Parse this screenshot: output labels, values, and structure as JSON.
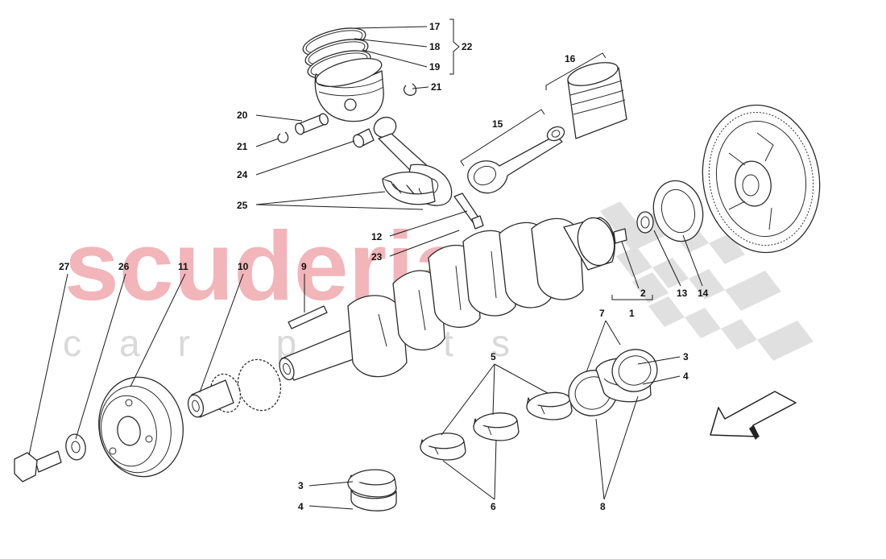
{
  "watermark": {
    "brand": "scuderia",
    "subtitle": "car parts",
    "brand_color": "#f2b5b9",
    "flag_color": "#d6d6d6"
  },
  "callouts": [
    {
      "id": "c17",
      "label": "17"
    },
    {
      "id": "c18",
      "label": "18"
    },
    {
      "id": "c19",
      "label": "19"
    },
    {
      "id": "c22",
      "label": "22"
    },
    {
      "id": "c21a",
      "label": "21"
    },
    {
      "id": "c20",
      "label": "20"
    },
    {
      "id": "c21b",
      "label": "21"
    },
    {
      "id": "c24",
      "label": "24"
    },
    {
      "id": "c25",
      "label": "25"
    },
    {
      "id": "c16",
      "label": "16"
    },
    {
      "id": "c15",
      "label": "15"
    },
    {
      "id": "c12",
      "label": "12"
    },
    {
      "id": "c23",
      "label": "23"
    },
    {
      "id": "c27",
      "label": "27"
    },
    {
      "id": "c26",
      "label": "26"
    },
    {
      "id": "c11",
      "label": "11"
    },
    {
      "id": "c10",
      "label": "10"
    },
    {
      "id": "c9",
      "label": "9"
    },
    {
      "id": "c2",
      "label": "2"
    },
    {
      "id": "c1",
      "label": "1"
    },
    {
      "id": "c13",
      "label": "13"
    },
    {
      "id": "c14",
      "label": "14"
    },
    {
      "id": "c7",
      "label": "7"
    },
    {
      "id": "c3a",
      "label": "3"
    },
    {
      "id": "c4a",
      "label": "4"
    },
    {
      "id": "c5",
      "label": "5"
    },
    {
      "id": "c6",
      "label": "6"
    },
    {
      "id": "c8",
      "label": "8"
    },
    {
      "id": "c3b",
      "label": "3"
    },
    {
      "id": "c4b",
      "label": "4"
    }
  ],
  "icons": [
    "orientation-arrow-icon",
    "checkered-flag-icon"
  ]
}
